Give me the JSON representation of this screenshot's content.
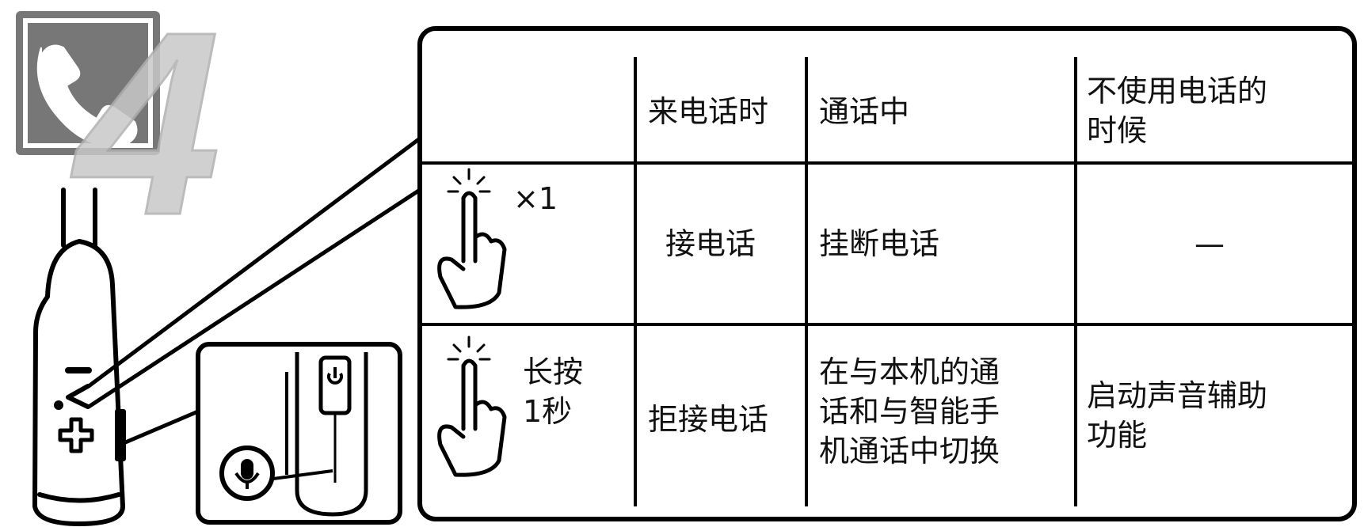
{
  "step_number": "4",
  "icons": {
    "phone": "phone-handset-icon",
    "device": "neckband-headset-illustration",
    "microphone": "microphone-icon",
    "power": "power-icon",
    "tap_gesture": "finger-tap-icon"
  },
  "device_labels": {
    "minus": "−",
    "plus": "+"
  },
  "table": {
    "headers": [
      "",
      "来电话时",
      "通话中",
      "不使用电话的\n时候"
    ],
    "rows": [
      {
        "gesture": "×1",
        "cells": [
          "接电话",
          "挂断电话",
          "—"
        ]
      },
      {
        "gesture": "长按\n1秒",
        "cells": [
          "拒接电话",
          "在与本机的通\n话和与智能手\n机通话中切换",
          "启动声音辅助\n功能"
        ]
      }
    ]
  }
}
